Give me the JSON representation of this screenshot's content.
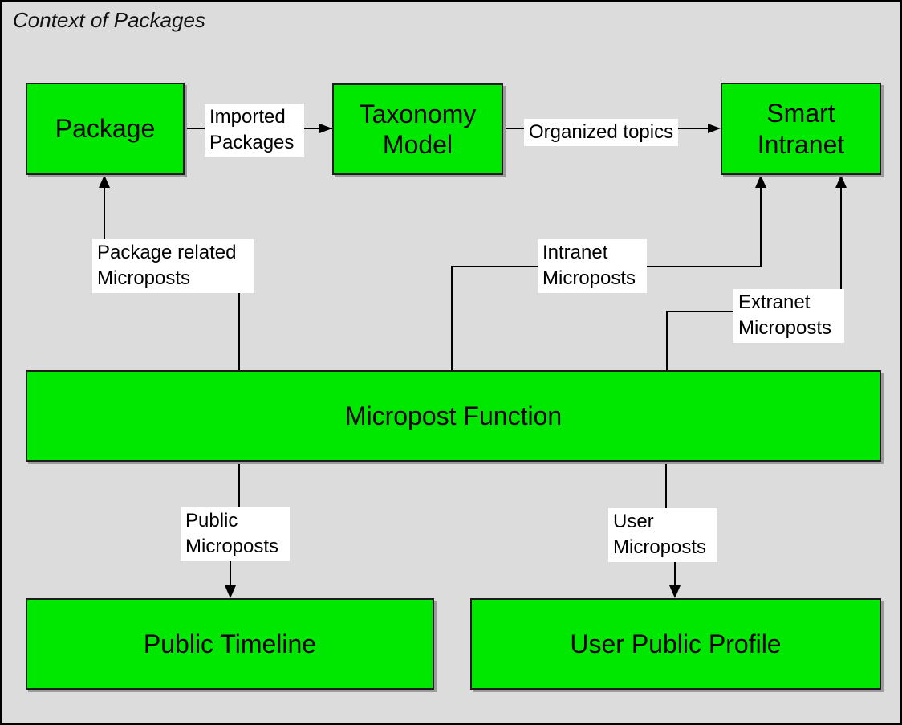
{
  "title": "Context of Packages",
  "colors": {
    "background": "#dcdcdc",
    "node_fill": "#00e800",
    "node_border": "#1c1c1c",
    "line": "#000000",
    "label_background": "#ffffff",
    "shadow": "#9b9b9b"
  },
  "nodes": [
    {
      "label": "Package"
    },
    {
      "label": "Taxonomy Model"
    },
    {
      "label": "Smart Intranet"
    },
    {
      "label": "Micropost Function"
    },
    {
      "label": "Public Timeline"
    },
    {
      "label": "User Public Profile"
    }
  ],
  "edges": [
    {
      "from": "Package",
      "to": "Taxonomy Model",
      "label": "Imported Packages"
    },
    {
      "from": "Taxonomy Model",
      "to": "Smart Intranet",
      "label": "Organized topics"
    },
    {
      "from": "Micropost Function",
      "to": "Package",
      "label": "Package related Microposts"
    },
    {
      "from": "Micropost Function",
      "to": "Smart Intranet",
      "label": "Intranet Microposts"
    },
    {
      "from": "Micropost Function",
      "to": "Smart Intranet",
      "label": "Extranet Microposts"
    },
    {
      "from": "Micropost Function",
      "to": "Public Timeline",
      "label": "Public Microposts"
    },
    {
      "from": "Micropost Function",
      "to": "User Public Profile",
      "label": "User Microposts"
    }
  ]
}
